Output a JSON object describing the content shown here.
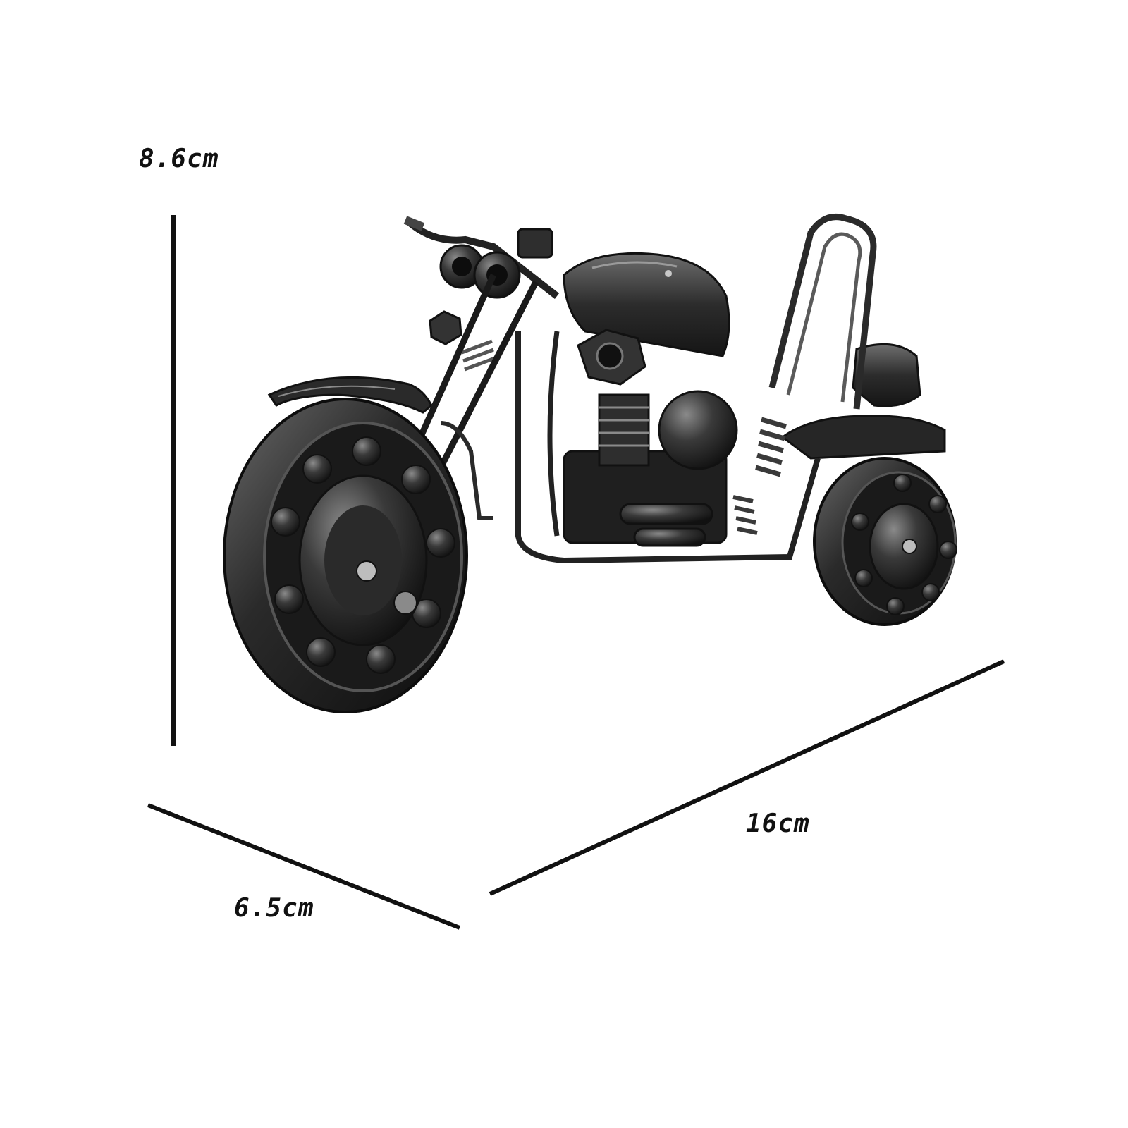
{
  "dimensions": {
    "height": "8.6cm",
    "depth": "6.5cm",
    "length": "16cm"
  },
  "colors": {
    "background": "#ffffff",
    "line": "#111111",
    "metal_dark": "#1c1c1c",
    "metal_mid": "#3a3a3a",
    "metal_light": "#7a7a7a"
  },
  "product": {
    "icon": "metal-motorcycle-model-icon"
  }
}
